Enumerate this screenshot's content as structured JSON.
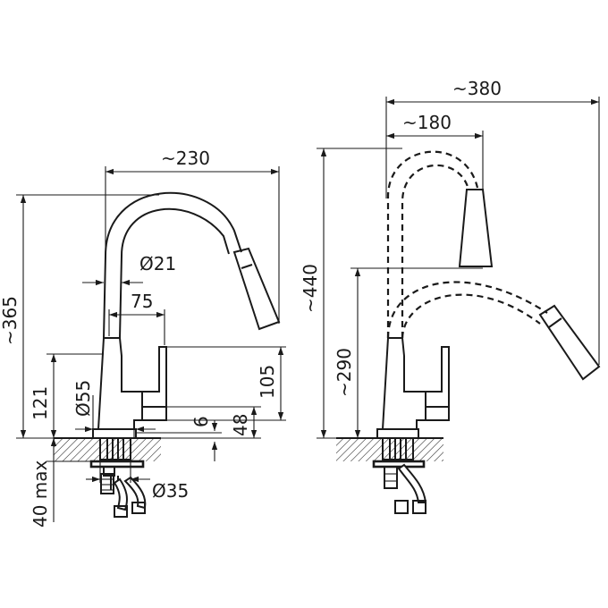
{
  "left_view": {
    "dim_width_spout": "~230",
    "dim_height_total": "~365",
    "dim_hose_diameter": "Ø21",
    "dim_spout_offset": "75",
    "dim_handle_height": "105",
    "dim_base_height": "121",
    "dim_base_diameter": "Ø55",
    "dim_gap": "6",
    "dim_lever_height": "48",
    "dim_counter_thickness": "40 max",
    "dim_hole_diameter": "Ø35"
  },
  "right_view": {
    "dim_reach_extended": "~380",
    "dim_reach_head": "~180",
    "dim_height_extended": "~440",
    "dim_height_head": "~290"
  }
}
